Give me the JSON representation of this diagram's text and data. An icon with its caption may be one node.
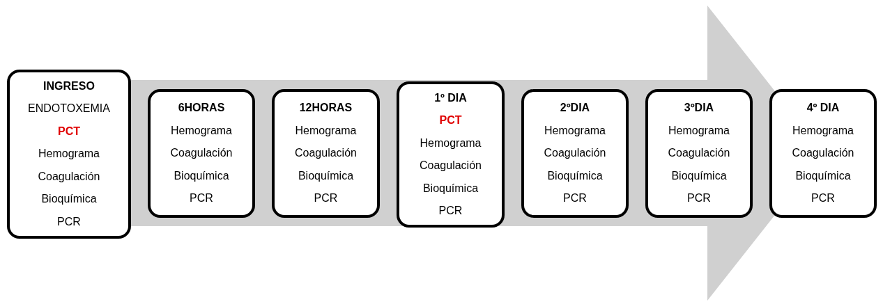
{
  "diagram": {
    "nodes": [
      {
        "text": [
          "INGRESO",
          "ENDOTOXEMIA",
          "PCT",
          "Hemograma",
          "Coagulación",
          "Bioquímica",
          "PCR"
        ]
      },
      {
        "text": [
          "6HORAS",
          "Hemograma",
          "Coagulación",
          "Bioquímica",
          "PCR"
        ]
      },
      {
        "text": [
          "12HORAS",
          "Hemograma",
          "Coagulación",
          "Bioquímica",
          "PCR"
        ]
      },
      {
        "text": [
          "1º DIA",
          "PCT",
          "Hemograma",
          "Coagulación",
          "Bioquímica",
          "PCR"
        ]
      },
      {
        "text": [
          "2ºDIA",
          "Hemograma",
          "Coagulación",
          "Bioquímica",
          "PCR"
        ]
      },
      {
        "text": [
          "3ºDIA",
          "Hemograma",
          "Coagulación",
          "Bioquímica",
          "PCR"
        ]
      },
      {
        "text": [
          "4º DIA",
          "Hemograma",
          "Coagulación",
          "Bioquímica",
          "PCR"
        ]
      }
    ]
  }
}
